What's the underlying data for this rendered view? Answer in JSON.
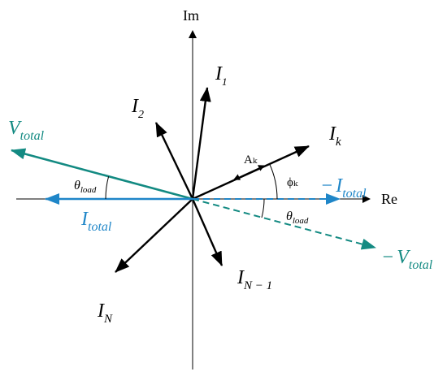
{
  "axes": {
    "real_label": "Re",
    "imag_label": "Im"
  },
  "phasors": {
    "I1": {
      "main": "I",
      "sub": "1"
    },
    "I2": {
      "main": "I",
      "sub": "2"
    },
    "Ik": {
      "main": "I",
      "sub": "k"
    },
    "IN1": {
      "main": "I",
      "sub": "N − 1"
    },
    "IN": {
      "main": "I",
      "sub": "N"
    },
    "Vtotal": {
      "main": "V",
      "sub": "total"
    },
    "Itotal": {
      "main": "I",
      "sub": "total"
    },
    "negItotal": {
      "prefix": "−",
      "main": "I",
      "sub": "total"
    },
    "negVtotal": {
      "prefix": "−",
      "main": "V",
      "sub": "total"
    }
  },
  "angles": {
    "theta_load_upper": {
      "main": "θ",
      "sub": "load"
    },
    "theta_load_lower": {
      "main": "θ",
      "sub": "load"
    },
    "phi_k": "ϕₖ",
    "A_k": "Aₖ"
  },
  "colors": {
    "black": "#000000",
    "teal": "#138a82",
    "blue": "#1f86c8"
  }
}
